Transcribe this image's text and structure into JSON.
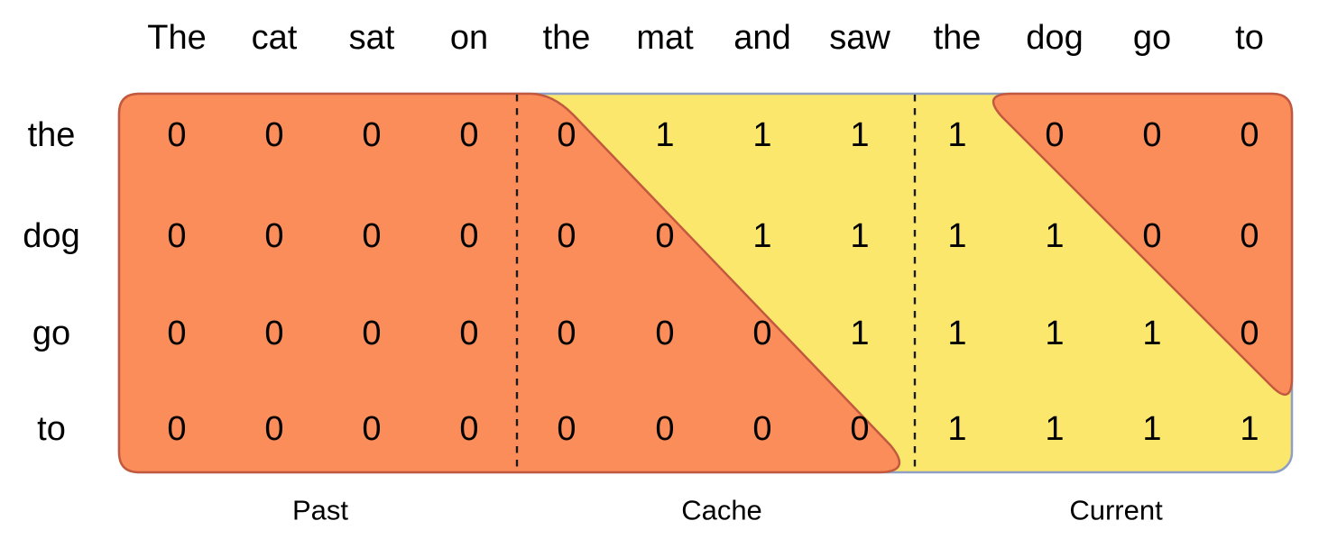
{
  "columns": [
    "The",
    "cat",
    "sat",
    "on",
    "the",
    "mat",
    "and",
    "saw",
    "the",
    "dog",
    "go",
    "to"
  ],
  "rows": [
    "the",
    "dog",
    "go",
    "to"
  ],
  "mask": [
    [
      0,
      0,
      0,
      0,
      0,
      1,
      1,
      1,
      1,
      0,
      0,
      0
    ],
    [
      0,
      0,
      0,
      0,
      0,
      0,
      1,
      1,
      1,
      1,
      0,
      0
    ],
    [
      0,
      0,
      0,
      0,
      0,
      0,
      0,
      1,
      1,
      1,
      1,
      0
    ],
    [
      0,
      0,
      0,
      0,
      0,
      0,
      0,
      0,
      1,
      1,
      1,
      1
    ]
  ],
  "sections": [
    {
      "label": "Past"
    },
    {
      "label": "Cache"
    },
    {
      "label": "Current"
    }
  ],
  "colors": {
    "masked_fill": "#FB8D5B",
    "masked_border": "#C2593E",
    "attended_fill": "#FCE76D",
    "matrix_border": "#8FA0C4",
    "divider": "#1A1A1A",
    "text": "#000000"
  }
}
